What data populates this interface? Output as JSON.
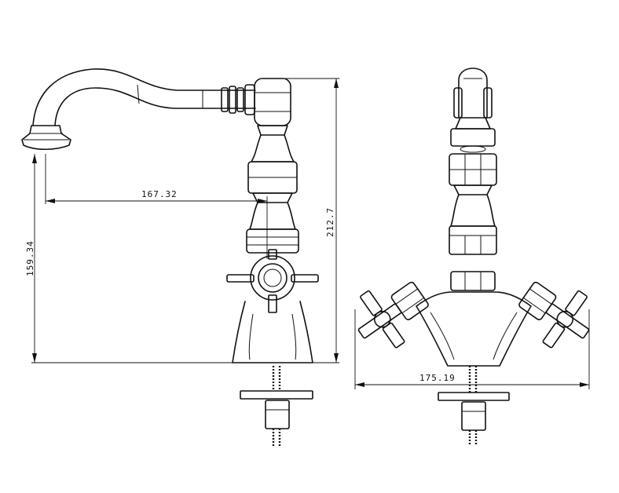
{
  "dimensions": {
    "spout_reach": "167.32",
    "spout_height": "159.34",
    "overall_height": "212.7",
    "overall_width": "175.19"
  }
}
